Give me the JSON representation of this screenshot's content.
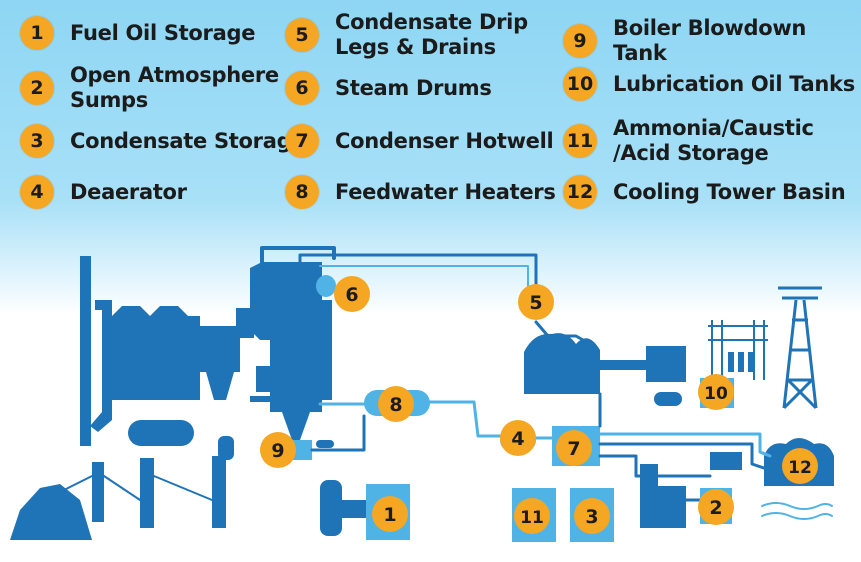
{
  "legend": [
    {
      "num": "1",
      "label": "Fuel Oil Storage"
    },
    {
      "num": "2",
      "label": "Open Atmosphere\nSumps"
    },
    {
      "num": "3",
      "label": "Condensate Storage"
    },
    {
      "num": "4",
      "label": "Deaerator"
    },
    {
      "num": "5",
      "label": "Condensate Drip\nLegs & Drains"
    },
    {
      "num": "6",
      "label": "Steam Drums"
    },
    {
      "num": "7",
      "label": "Condenser Hotwell"
    },
    {
      "num": "8",
      "label": "Feedwater Heaters"
    },
    {
      "num": "9",
      "label": "Boiler Blowdown Tank"
    },
    {
      "num": "10",
      "label": "Lubrication Oil Tanks"
    },
    {
      "num": "11",
      "label": "Ammonia/Caustic\n/Acid Storage"
    },
    {
      "num": "12",
      "label": "Cooling Tower Basin"
    }
  ],
  "diagram_markers": [
    "1",
    "2",
    "3",
    "4",
    "5",
    "6",
    "7",
    "8",
    "9",
    "10",
    "11",
    "12"
  ],
  "colors": {
    "badge": "#f5a623",
    "equipment": "#1f73b7",
    "pipe_light": "#5cc3ee",
    "sky_top": "#8ed6f4"
  }
}
